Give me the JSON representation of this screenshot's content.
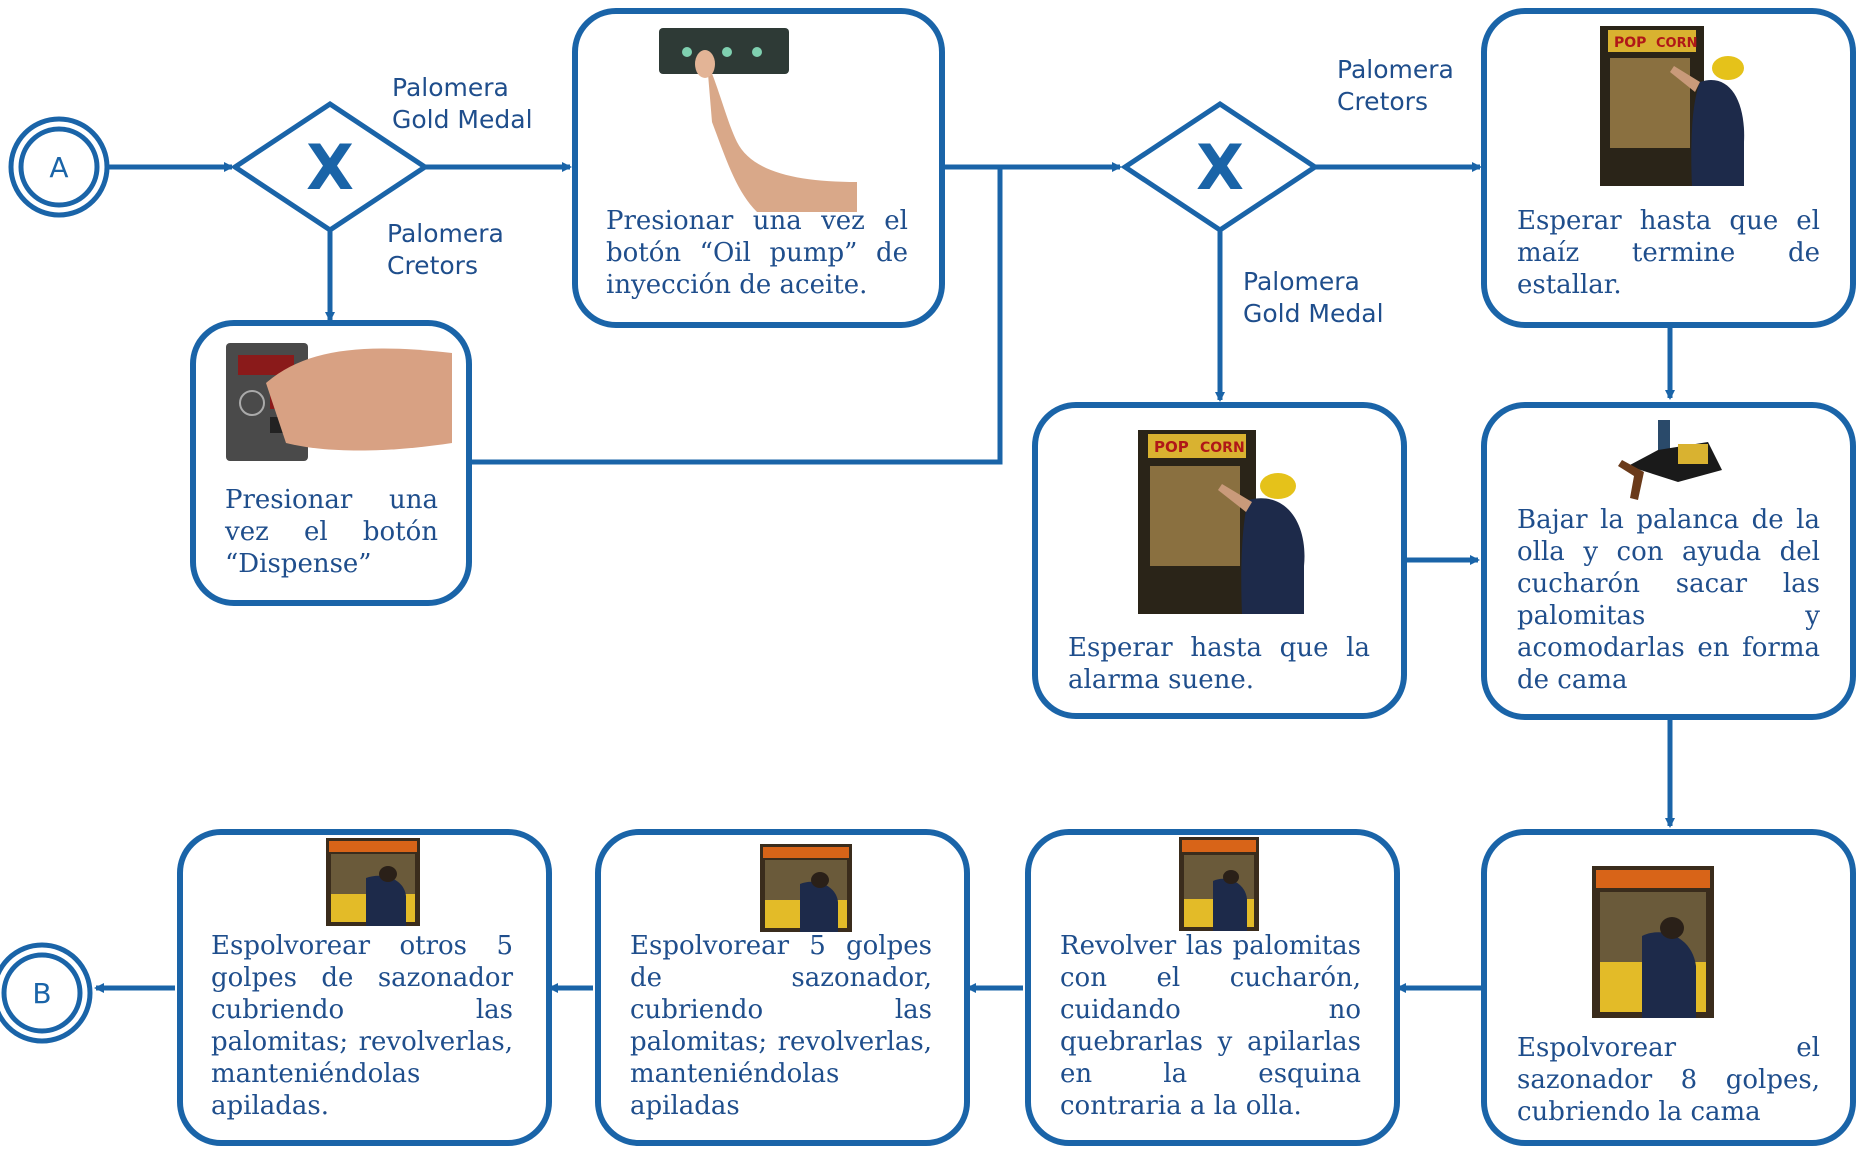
{
  "events": {
    "start": "A",
    "end": "B"
  },
  "gateways": {
    "g1": "X",
    "g2": "X"
  },
  "labels": {
    "g1_top": [
      "Palomera",
      "Gold Medal"
    ],
    "g1_bottom": [
      "Palomera",
      "Cretors"
    ],
    "g2_top": [
      "Palomera",
      "Cretors"
    ],
    "g2_bottom": [
      "Palomera",
      "Gold Medal"
    ]
  },
  "tasks": {
    "oil_pump": "Presionar una vez el botón “Oil pump” de inyección de aceite.",
    "dispense": "Presionar una vez el botón “Dispense”",
    "wait_pop": "Esperar hasta que el maíz termine de estallar.",
    "wait_alarm": "Esperar hasta que la alarma suene.",
    "lower_lever": "Bajar la palanca de la olla y con ayuda del cucharón sacar las palomitas y acomodarlas en forma de cama",
    "season8": "Espolvorear el sazonador 8 golpes, cubriendo la cama",
    "stir": "Revolver las palomitas con el cucharón, cuidando no quebrarlas y apilarlas en la esquina contraria a la olla.",
    "season5": "Espolvorear 5 golpes de sazonador, cubriendo las palomitas; revolverlas, manteniéndolas apiladas",
    "season5_more": "Espolvorear otros 5 golpes de sazonador cubriendo las palomitas; revolverlas, manteniéndolas apiladas."
  },
  "photo_signs": {
    "pop": "POP",
    "corn": "CORN"
  },
  "colors": {
    "line": "#1a64a8",
    "text": "#1f4e8c"
  }
}
